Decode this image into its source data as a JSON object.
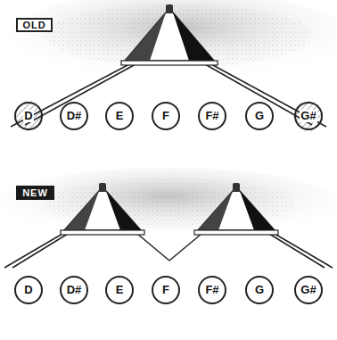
{
  "diagram": {
    "nodes": [
      {
        "text": [
          "OLD"
        ]
      },
      {
        "text": [
          "D"
        ]
      },
      {
        "text": [
          "D#"
        ]
      },
      {
        "text": [
          "E"
        ]
      },
      {
        "text": [
          "F"
        ]
      },
      {
        "text": [
          "F#"
        ]
      },
      {
        "text": [
          "G"
        ]
      },
      {
        "text": [
          "G#"
        ]
      },
      {
        "text": [
          "NEW"
        ]
      },
      {
        "text": [
          "D"
        ]
      },
      {
        "text": [
          "D#"
        ]
      },
      {
        "text": [
          "E"
        ]
      },
      {
        "text": [
          "F"
        ]
      },
      {
        "text": [
          "F#"
        ]
      },
      {
        "text": [
          "G"
        ]
      },
      {
        "text": [
          "G#"
        ]
      }
    ]
  }
}
